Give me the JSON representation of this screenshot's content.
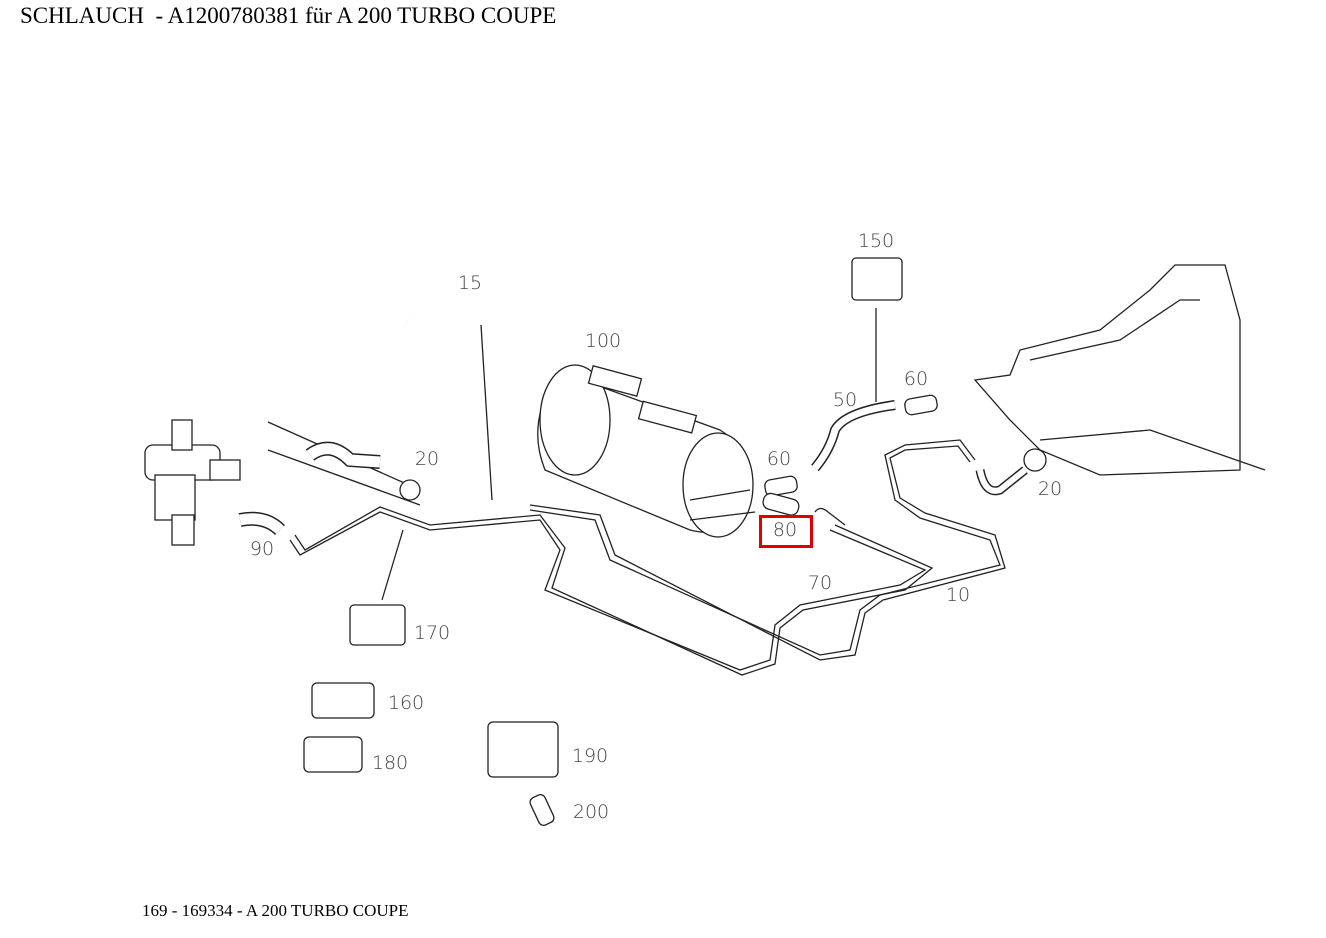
{
  "header": {
    "title": "SCHLAUCH  - A1200780381 für A 200 TURBO COUPE"
  },
  "footer": {
    "text": "169 - 169334 - A 200 TURBO COUPE"
  },
  "highlight": {
    "part": "80",
    "color": "#e00000"
  },
  "parts": {
    "p150": "150",
    "p15": "15",
    "p100": "100",
    "p60a": "60",
    "p50": "50",
    "p60b": "60",
    "p20a": "20",
    "p20b": "20",
    "p80": "80",
    "p90": "90",
    "p70": "70",
    "p10": "10",
    "p170": "170",
    "p160": "160",
    "p180": "180",
    "p190": "190",
    "p200": "200"
  }
}
